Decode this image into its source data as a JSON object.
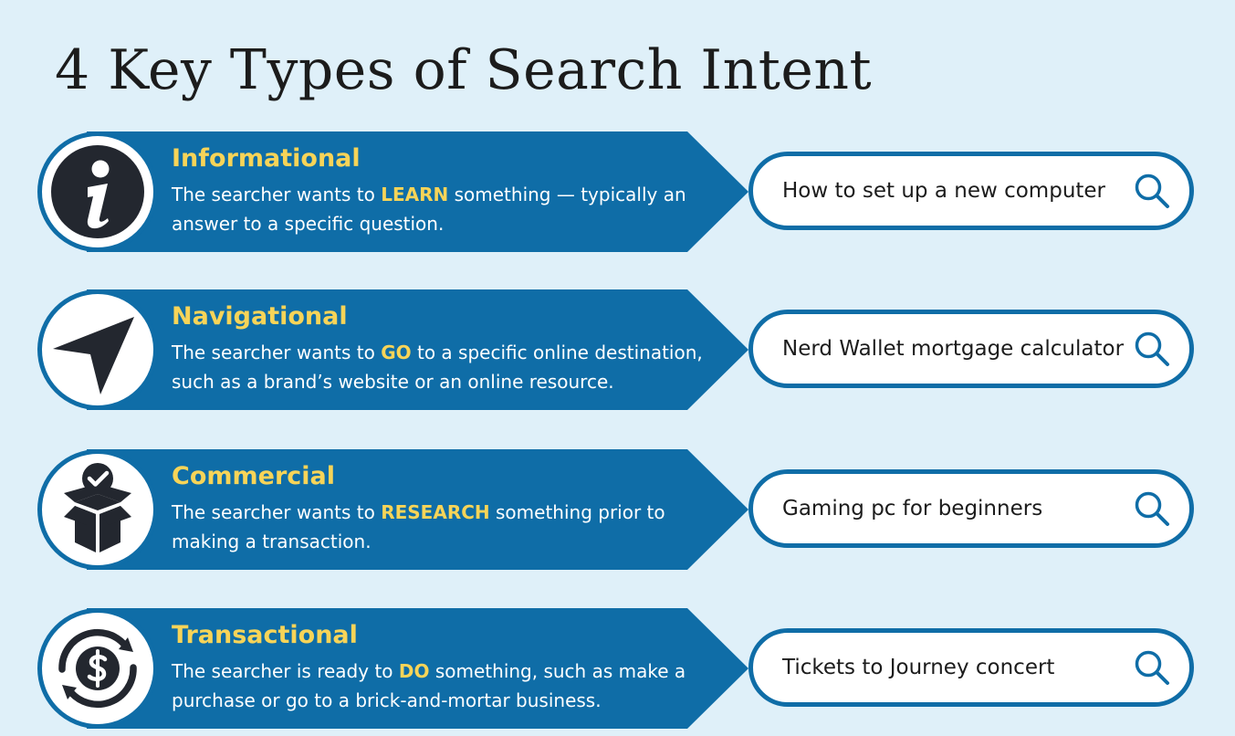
{
  "title": "4 Key Types of Search Intent",
  "colors": {
    "background": "#dff0f9",
    "band": "#0f6da7",
    "highlight": "#f7d458",
    "icon_dark": "#23272f"
  },
  "intents": [
    {
      "title": "Informational",
      "icon": "info-icon",
      "desc_before": "The searcher wants to ",
      "keyword": "LEARN",
      "desc_after": " something — typically an answer to a specific question.",
      "example_query": "How to set up a new computer"
    },
    {
      "title": "Navigational",
      "icon": "navigation-arrow-icon",
      "desc_before": "The searcher wants to ",
      "keyword": "GO",
      "desc_after": " to a specific online destination, such as a brand’s website or an online resource.",
      "example_query": "Nerd Wallet mortgage calculator"
    },
    {
      "title": "Commercial",
      "icon": "checked-box-icon",
      "desc_before": "The searcher wants to ",
      "keyword": "RESEARCH",
      "desc_after": " something prior to making a transaction.",
      "example_query": "Gaming pc for beginners"
    },
    {
      "title": "Transactional",
      "icon": "dollar-cycle-icon",
      "desc_before": "The searcher is ready to ",
      "keyword": "DO",
      "desc_after": " something, such as make a purchase or go to a brick-and-mortar business.",
      "example_query": "Tickets to Journey concert"
    }
  ]
}
